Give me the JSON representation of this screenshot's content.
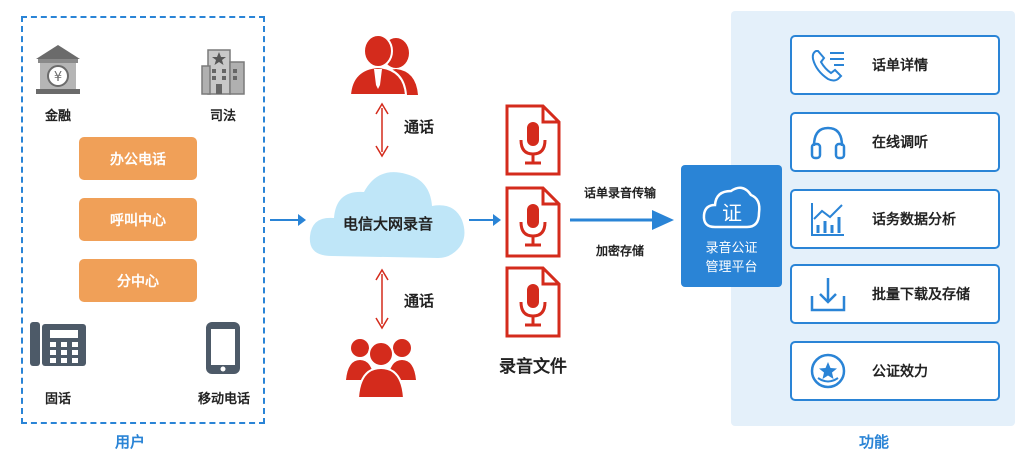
{
  "users": {
    "section_label": "用户",
    "finance_label": "金融",
    "justice_label": "司法",
    "office_phone_label": "办公电话",
    "call_center_label": "呼叫中心",
    "branch_label": "分中心",
    "landline_label": "固话",
    "mobile_label": "移动电话"
  },
  "center": {
    "cloud_label": "电信大网录音",
    "call_top_label": "通话",
    "call_bottom_label": "通话"
  },
  "recordings": {
    "label": "录音文件",
    "transfer_label": "话单录音传输",
    "encrypt_label": "加密存储"
  },
  "platform": {
    "icon_text": "证",
    "line1": "录音公证",
    "line2": "管理平台"
  },
  "functions": {
    "section_label": "功能",
    "items": [
      {
        "label": "话单详情",
        "icon": "phone-list-icon"
      },
      {
        "label": "在线调听",
        "icon": "headphones-icon"
      },
      {
        "label": "话务数据分析",
        "icon": "chart-icon"
      },
      {
        "label": "批量下载及存储",
        "icon": "download-icon"
      },
      {
        "label": "公证效力",
        "icon": "seal-icon"
      }
    ]
  },
  "colors": {
    "accent_blue": "#2a84d6",
    "orange": "#f0a058",
    "red": "#d42b1c",
    "cloud": "#bfe6f8",
    "panel": "#e4f0fa",
    "gray_icon": "#4d5a68"
  }
}
